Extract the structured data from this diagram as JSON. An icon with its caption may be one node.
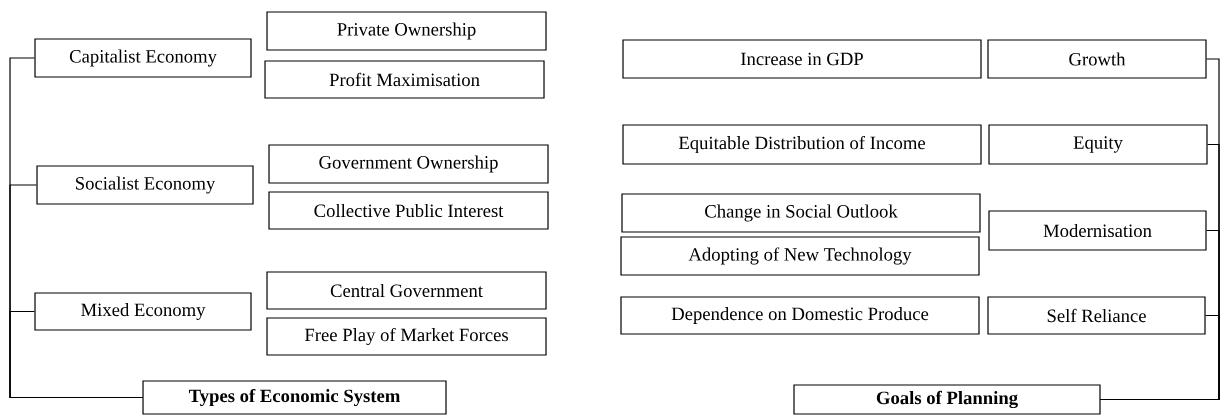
{
  "diagram": {
    "nodes": [
      {
        "text": [
          "Capitalist Economy"
        ]
      },
      {
        "text": [
          "Private Ownership"
        ]
      },
      {
        "text": [
          "Profit Maximisation"
        ]
      },
      {
        "text": [
          "Socialist Economy"
        ]
      },
      {
        "text": [
          "Government Ownership"
        ]
      },
      {
        "text": [
          "Collective Public Interest"
        ]
      },
      {
        "text": [
          "Mixed Economy"
        ]
      },
      {
        "text": [
          "Central Government"
        ]
      },
      {
        "text": [
          "Free Play of Market Forces"
        ]
      },
      {
        "text": [
          "**Types of Economic System**"
        ]
      },
      {
        "text": [
          "Increase in GDP"
        ]
      },
      {
        "text": [
          "Growth"
        ]
      },
      {
        "text": [
          "Equitable Distribution of Income"
        ]
      },
      {
        "text": [
          "Equity"
        ]
      },
      {
        "text": [
          "Change in Social Outlook"
        ]
      },
      {
        "text": [
          "Adopting of New Technology"
        ]
      },
      {
        "text": [
          "Modernisation"
        ]
      },
      {
        "text": [
          "Dependence on Domestic Produce"
        ]
      },
      {
        "text": [
          "Self Reliance"
        ]
      },
      {
        "text": [
          "**Goals of Planning**"
        ]
      }
    ],
    "edges": [
      {
        "from": 9,
        "to": 0,
        "arrow": "none"
      },
      {
        "from": 9,
        "to": 3,
        "arrow": "none"
      },
      {
        "from": 9,
        "to": 6,
        "arrow": "none"
      },
      {
        "from": 19,
        "to": 11,
        "arrow": "none"
      },
      {
        "from": 19,
        "to": 13,
        "arrow": "none"
      },
      {
        "from": 19,
        "to": 16,
        "arrow": "none"
      },
      {
        "from": 19,
        "to": 18,
        "arrow": "none"
      }
    ]
  }
}
